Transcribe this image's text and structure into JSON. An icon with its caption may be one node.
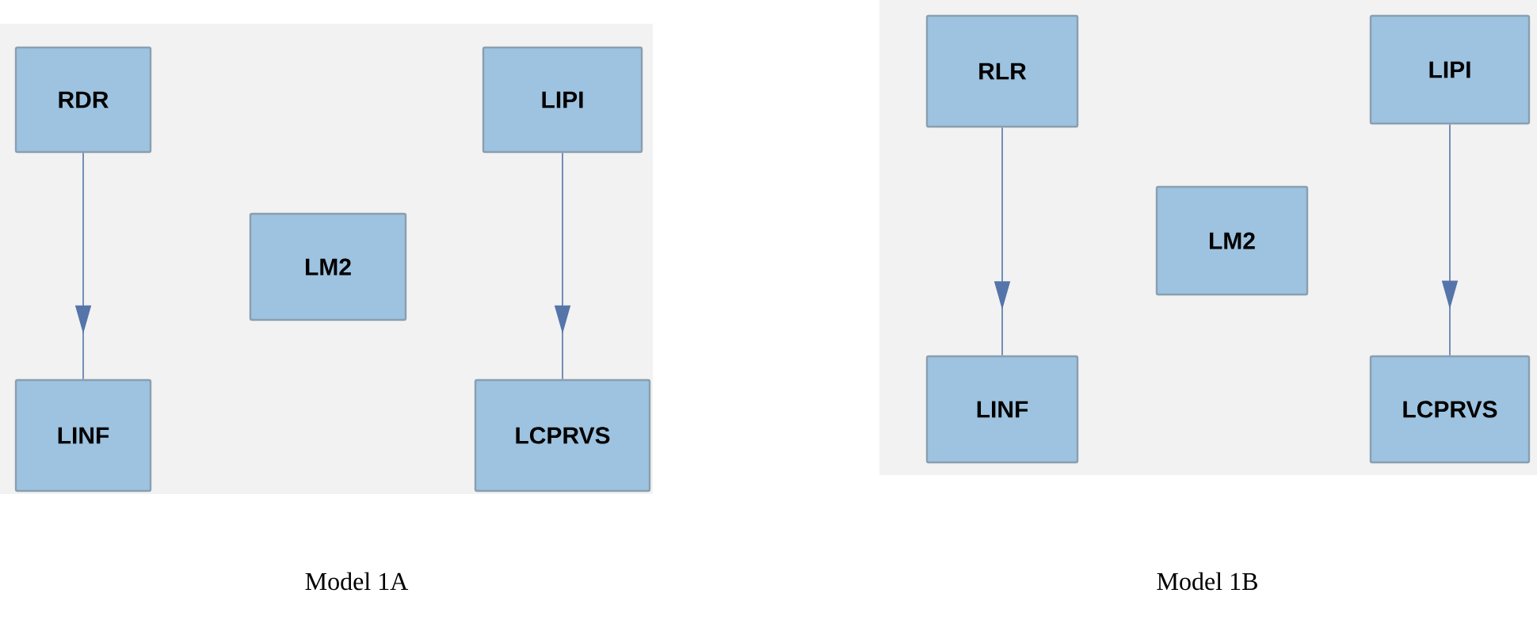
{
  "diagram": {
    "nodes": [
      {
        "text": [
          "RDR"
        ]
      },
      {
        "text": [
          "LIPI"
        ]
      },
      {
        "text": [
          "LM2"
        ]
      },
      {
        "text": [
          "LINF"
        ]
      },
      {
        "text": [
          "LCPRVS"
        ]
      },
      {
        "text": [
          "RLR"
        ]
      },
      {
        "text": [
          "LIPI"
        ]
      },
      {
        "text": [
          "LM2"
        ]
      },
      {
        "text": [
          "LINF"
        ]
      },
      {
        "text": [
          "LCPRVS"
        ]
      }
    ],
    "edges": [
      {
        "from": 0,
        "to": 3,
        "arrow": "to"
      },
      {
        "from": 1,
        "to": 4,
        "arrow": "to"
      },
      {
        "from": 5,
        "to": 8,
        "arrow": "to"
      },
      {
        "from": 6,
        "to": 9,
        "arrow": "to"
      }
    ],
    "labels": [
      "Model 1A",
      "Model 1B"
    ]
  }
}
